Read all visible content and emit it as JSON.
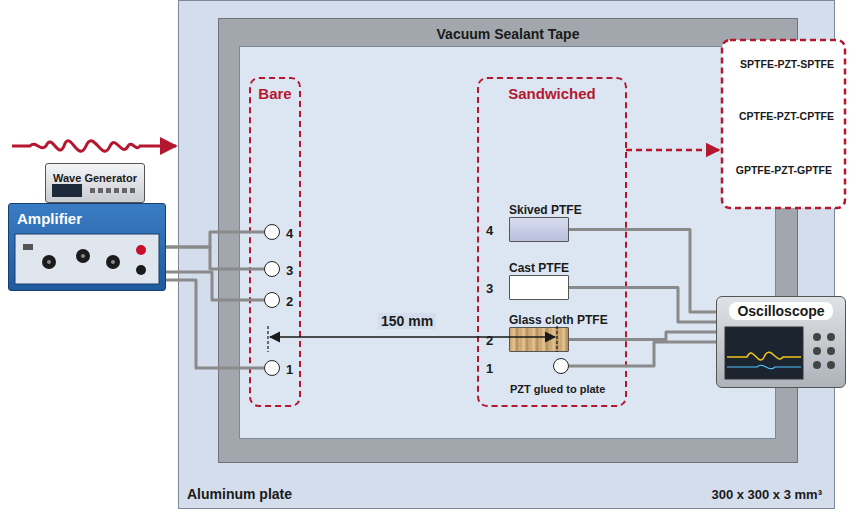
{
  "diagram": {
    "nodes": [
      {
        "text": [
          "Wave Generator"
        ]
      },
      {
        "text": [
          "Amplifier"
        ]
      },
      {
        "text": [
          "Aluminum plate",
          "300 x 300 x 3 mm³"
        ]
      },
      {
        "text": [
          "Vacuum Sealant Tape"
        ],
        "in": 2
      },
      {
        "text": [
          "Bare"
        ],
        "in": 3
      },
      {
        "text": [
          "4"
        ],
        "in": 4
      },
      {
        "text": [
          "3"
        ],
        "in": 4
      },
      {
        "text": [
          "2"
        ],
        "in": 4
      },
      {
        "text": [
          "1"
        ],
        "in": 4
      },
      {
        "text": [
          "Sandwiched"
        ],
        "in": 3
      },
      {
        "text": [
          "4",
          "Skived PTFE"
        ],
        "in": 9
      },
      {
        "text": [
          "3",
          "Cast PTFE"
        ],
        "in": 9
      },
      {
        "text": [
          "2",
          "Glass cloth PTFE"
        ],
        "in": 9
      },
      {
        "text": [
          "1",
          "PZT glued to plate"
        ],
        "in": 9
      },
      {
        "text": [
          "SPTFE-PZT-SPTFE"
        ]
      },
      {
        "text": [
          "CPTFE-PZT-CPTFE"
        ]
      },
      {
        "text": [
          "GPTFE-PZT-GPTFE"
        ]
      },
      {
        "text": [
          "Oscilloscope"
        ]
      }
    ],
    "edges": [
      {
        "from": 1,
        "to": 5,
        "arrow": "none"
      },
      {
        "from": 1,
        "to": 6,
        "arrow": "none"
      },
      {
        "from": 1,
        "to": 7,
        "arrow": "none"
      },
      {
        "from": 1,
        "to": 8,
        "arrow": "none"
      },
      {
        "from": 10,
        "to": 17,
        "arrow": "none"
      },
      {
        "from": 11,
        "to": 17,
        "arrow": "none"
      },
      {
        "from": 12,
        "to": 17,
        "arrow": "none"
      },
      {
        "from": 13,
        "to": 17,
        "arrow": "none"
      }
    ],
    "labels": [
      "150 mm"
    ]
  }
}
